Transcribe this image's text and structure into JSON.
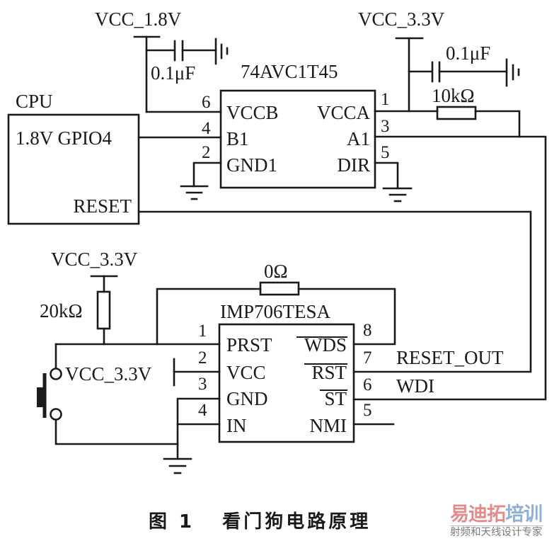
{
  "figure": {
    "caption": "图 1   看门狗电路原理",
    "watermark": {
      "brand_part1": "易迪拓",
      "brand_part2": "培训",
      "tagline": "射频和天线设计专家",
      "color_part1": "#e38b8b",
      "color_part2": "#8fb0d6"
    }
  },
  "components": {
    "cpu": {
      "title": "CPU",
      "pins": {
        "gpio": "1.8V GPIO4",
        "reset": "RESET"
      }
    },
    "level_shifter": {
      "name": "74AVC1T45",
      "pins": [
        {
          "num": "6",
          "name": "VCCB"
        },
        {
          "num": "4",
          "name": "B1"
        },
        {
          "num": "2",
          "name": "GND1"
        },
        {
          "num": "1",
          "name": "VCCA"
        },
        {
          "num": "3",
          "name": "A1"
        },
        {
          "num": "5",
          "name": "DIR"
        }
      ]
    },
    "watchdog": {
      "name": "IMP706TESA",
      "pins": [
        {
          "num": "1",
          "name": "PRST"
        },
        {
          "num": "2",
          "name": "VCC"
        },
        {
          "num": "3",
          "name": "GND"
        },
        {
          "num": "4",
          "name": "IN"
        },
        {
          "num": "8",
          "name": "WDS"
        },
        {
          "num": "7",
          "name": "RST"
        },
        {
          "num": "6",
          "name": "ST"
        },
        {
          "num": "5",
          "name": "NMI"
        }
      ]
    },
    "cap_1v8": {
      "value": "0.1μF"
    },
    "cap_3v3": {
      "value": "0.1μF"
    },
    "res_pullup_a1": {
      "value": "10kΩ"
    },
    "res_pullup_prst": {
      "value": "20kΩ"
    },
    "res_wds": {
      "value": "0Ω"
    }
  },
  "nets": {
    "vcc_1v8": "VCC_1.8V",
    "vcc_3v3_top": "VCC_3.3V",
    "vcc_3v3_pullup": "VCC_3.3V",
    "vcc_3v3_chip": "VCC_3.3V",
    "reset_out": "RESET_OUT",
    "wdi": "WDI"
  }
}
